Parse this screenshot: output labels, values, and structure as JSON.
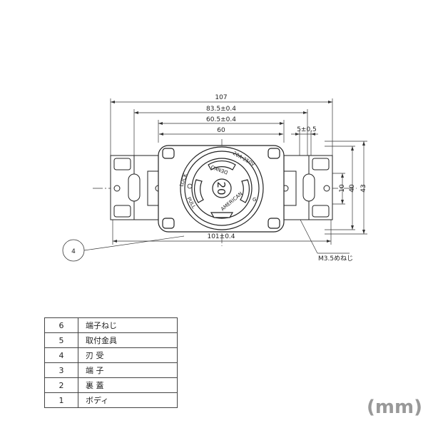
{
  "dimensions": {
    "overall_width": "107",
    "hole_pitch_outer": "83.5±0.4",
    "hole_pitch_inner": "60.5±0.4",
    "body_width": "60",
    "slot_pitch": "5±0.5",
    "height_small": "10",
    "height_mid": "40",
    "height_total": "43",
    "bottom_width": "101±0.4",
    "screw_callout": "M3.5めねじ",
    "balloon": "4"
  },
  "receptacle_markings": {
    "rating": "20A-250V",
    "brand": "AMERICAN",
    "denko": "DENKO",
    "lock": "LOCK",
    "pull": "PULL",
    "center": "20",
    "ground": "G"
  },
  "parts_list": [
    {
      "no": "6",
      "name": "端子ねじ"
    },
    {
      "no": "5",
      "name": "取付金具"
    },
    {
      "no": "4",
      "name": "刃 受"
    },
    {
      "no": "3",
      "name": "端 子"
    },
    {
      "no": "2",
      "name": "裏 蓋"
    },
    {
      "no": "1",
      "name": "ボディ"
    }
  ],
  "unit_label": "(mm)"
}
